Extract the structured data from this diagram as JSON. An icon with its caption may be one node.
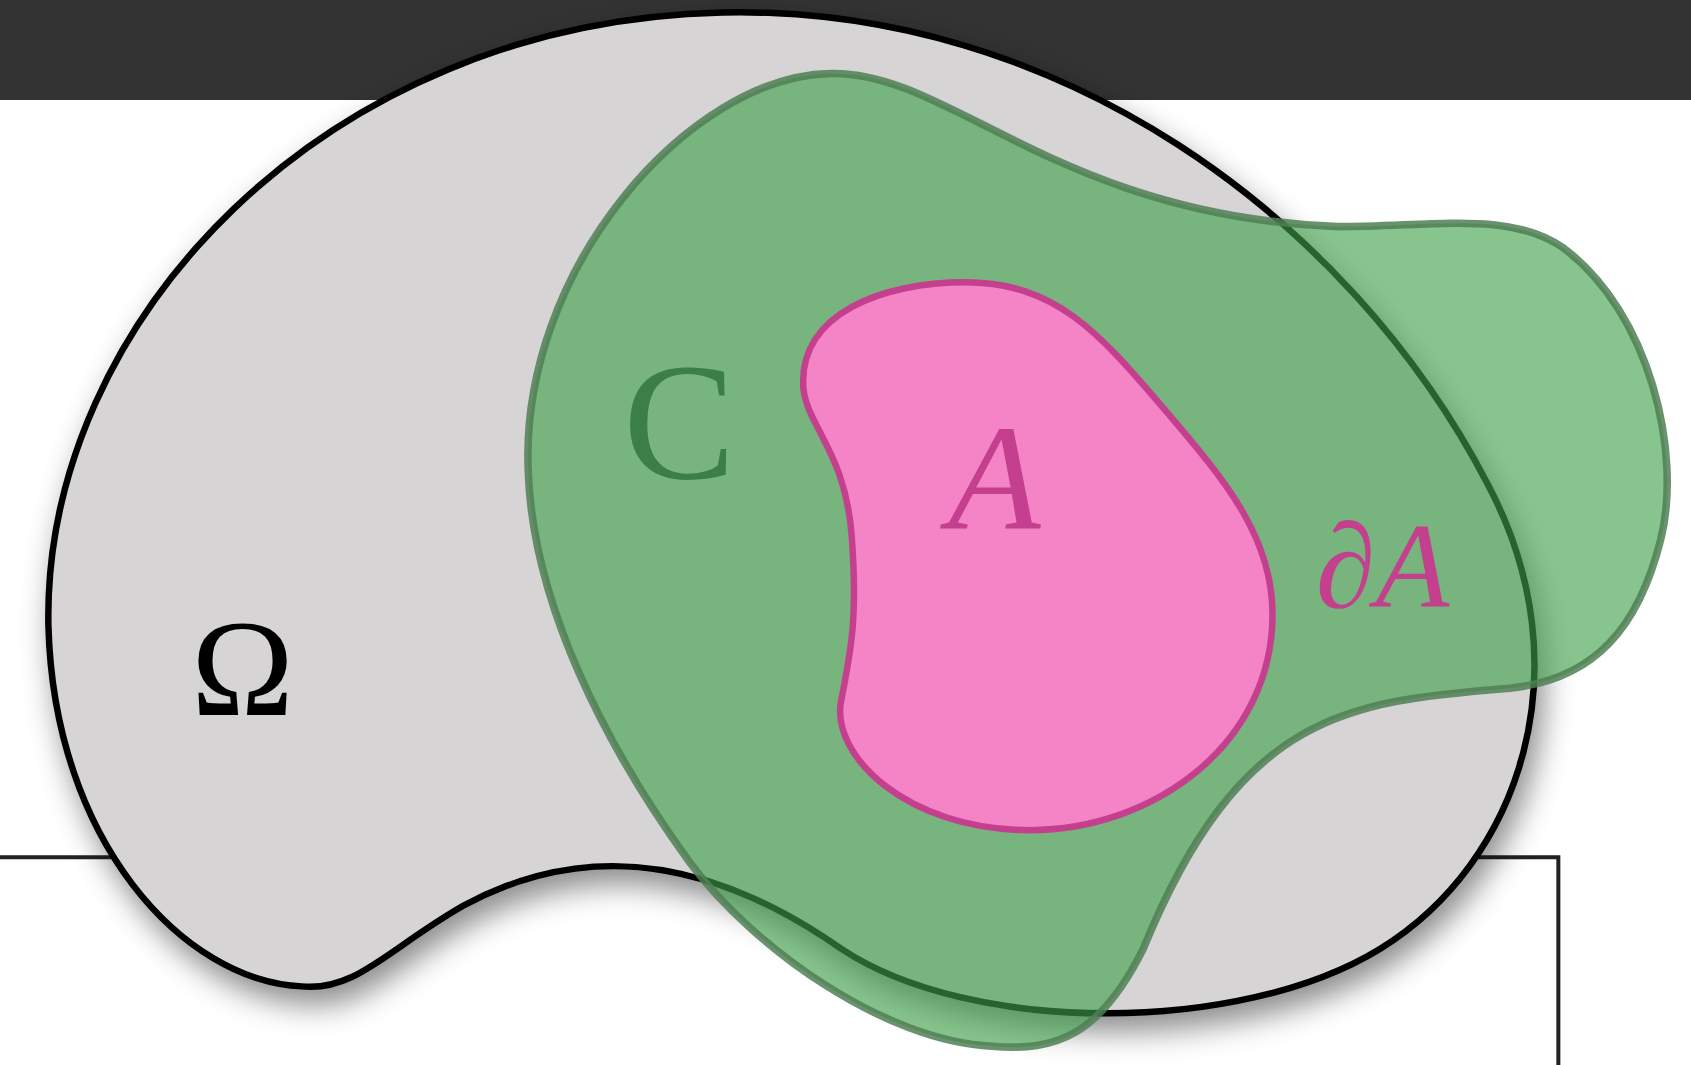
{
  "diagram": {
    "nodes": [
      {
        "text": [
          "Ω"
        ]
      },
      {
        "text": [
          "C"
        ]
      },
      {
        "text": [
          "A"
        ],
        "in": 1,
        "beside": [
          "∂A"
        ]
      }
    ]
  }
}
